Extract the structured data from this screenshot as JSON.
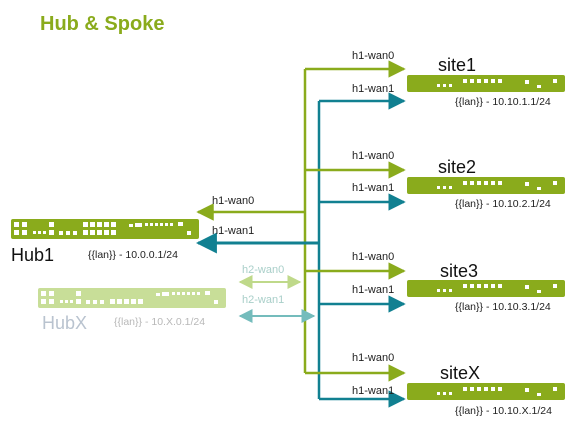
{
  "title": "Hub & Spoke",
  "colors": {
    "wan0": "#8aab1c",
    "wan1": "#118091",
    "h2_wan0": "#bfd98a",
    "h2_wan1": "#74bcbc",
    "device": "#8aab1c",
    "device_faded": "#c8de98",
    "title": "#8aab1c"
  },
  "hub1": {
    "name": "Hub1",
    "lan": "{{lan}} - 10.0.0.1/24",
    "wan0_label": "h1-wan0",
    "wan1_label": "h1-wan1"
  },
  "hubx": {
    "name": "HubX",
    "lan": "{{lan}} - 10.X.0.1/24",
    "wan0_label": "h2-wan0",
    "wan1_label": "h2-wan1"
  },
  "sites": [
    {
      "name": "site1",
      "lan": "{{lan}} - 10.10.1.1/24",
      "wan0_label": "h1-wan0",
      "wan1_label": "h1-wan1"
    },
    {
      "name": "site2",
      "lan": "{{lan}} - 10.10.2.1/24",
      "wan0_label": "h1-wan0",
      "wan1_label": "h1-wan1"
    },
    {
      "name": "site3",
      "lan": "{{lan}} - 10.10.3.1/24",
      "wan0_label": "h1-wan0",
      "wan1_label": "h1-wan1"
    },
    {
      "name": "siteX",
      "lan": "{{lan}} - 10.10.X.1/24",
      "wan0_label": "h1-wan0",
      "wan1_label": "h1-wan1"
    }
  ]
}
